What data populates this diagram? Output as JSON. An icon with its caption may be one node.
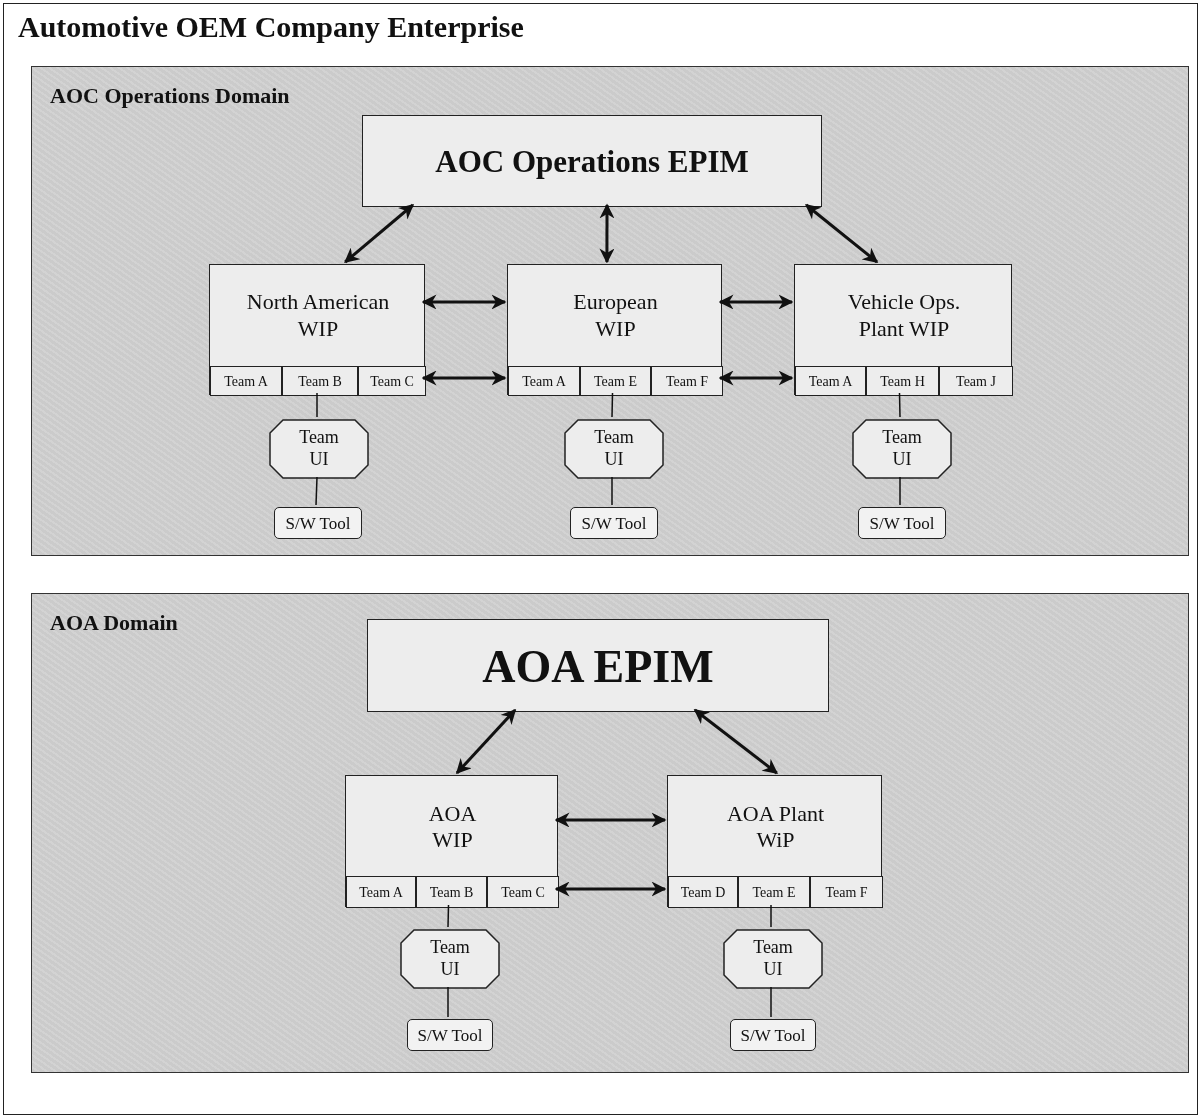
{
  "diagram": {
    "nodes": [
      {
        "text": [
          "Automotive OEM Company Enterprise"
        ]
      },
      {
        "text": [
          "AOC Operations Domain"
        ],
        "in": 0
      },
      {
        "text": [
          "AOC Operations EPIM"
        ],
        "in": 1
      },
      {
        "text": [
          "North American WIP"
        ],
        "in": 1
      },
      {
        "text": [
          "Team A"
        ],
        "in": 3
      },
      {
        "text": [
          "Team B"
        ],
        "in": 3
      },
      {
        "text": [
          "Team C"
        ],
        "in": 3
      },
      {
        "text": [
          "European WIP"
        ],
        "in": 1
      },
      {
        "text": [
          "Team A"
        ],
        "in": 7
      },
      {
        "text": [
          "Team E"
        ],
        "in": 7
      },
      {
        "text": [
          "Team F"
        ],
        "in": 7
      },
      {
        "text": [
          "Vehicle Ops. Plant WIP"
        ],
        "in": 1
      },
      {
        "text": [
          "Team A"
        ],
        "in": 11
      },
      {
        "text": [
          "Team H"
        ],
        "in": 11
      },
      {
        "text": [
          "Team J"
        ],
        "in": 11
      },
      {
        "text": [
          "Team UI"
        ],
        "in": 1
      },
      {
        "text": [
          "S/W Tool"
        ],
        "in": 1
      },
      {
        "text": [
          "Team UI"
        ],
        "in": 1
      },
      {
        "text": [
          "S/W Tool"
        ],
        "in": 1
      },
      {
        "text": [
          "Team UI"
        ],
        "in": 1
      },
      {
        "text": [
          "S/W Tool"
        ],
        "in": 1
      },
      {
        "text": [
          "AOA Domain"
        ],
        "in": 0
      },
      {
        "text": [
          "AOA EPIM"
        ],
        "in": 21
      },
      {
        "text": [
          "AOA WIP"
        ],
        "in": 21
      },
      {
        "text": [
          "Team A"
        ],
        "in": 23
      },
      {
        "text": [
          "Team B"
        ],
        "in": 23
      },
      {
        "text": [
          "Team C"
        ],
        "in": 23
      },
      {
        "text": [
          "AOA Plant WiP"
        ],
        "in": 21
      },
      {
        "text": [
          "Team D"
        ],
        "in": 27
      },
      {
        "text": [
          "Team E"
        ],
        "in": 27
      },
      {
        "text": [
          "Team F"
        ],
        "in": 27
      },
      {
        "text": [
          "Team UI"
        ],
        "in": 21
      },
      {
        "text": [
          "S/W Tool"
        ],
        "in": 21
      },
      {
        "text": [
          "Team UI"
        ],
        "in": 21
      },
      {
        "text": [
          "S/W Tool"
        ],
        "in": 21
      }
    ],
    "edges": [
      {
        "from": 2,
        "to": 3,
        "arrow": "both"
      },
      {
        "from": 2,
        "to": 7,
        "arrow": "both"
      },
      {
        "from": 2,
        "to": 11,
        "arrow": "both"
      },
      {
        "from": 3,
        "to": 7,
        "arrow": "both"
      },
      {
        "from": 7,
        "to": 11,
        "arrow": "both"
      },
      {
        "from": 6,
        "to": 8,
        "arrow": "both"
      },
      {
        "from": 10,
        "to": 12,
        "arrow": "both"
      },
      {
        "from": 5,
        "to": 15,
        "arrow": "none"
      },
      {
        "from": 15,
        "to": 16,
        "arrow": "none"
      },
      {
        "from": 9,
        "to": 17,
        "arrow": "none"
      },
      {
        "from": 17,
        "to": 18,
        "arrow": "none"
      },
      {
        "from": 13,
        "to": 19,
        "arrow": "none"
      },
      {
        "from": 19,
        "to": 20,
        "arrow": "none"
      },
      {
        "from": 22,
        "to": 23,
        "arrow": "both"
      },
      {
        "from": 22,
        "to": 27,
        "arrow": "both"
      },
      {
        "from": 23,
        "to": 27,
        "arrow": "both"
      },
      {
        "from": 26,
        "to": 28,
        "arrow": "both"
      },
      {
        "from": 25,
        "to": 31,
        "arrow": "none"
      },
      {
        "from": 31,
        "to": 32,
        "arrow": "none"
      },
      {
        "from": 29,
        "to": 33,
        "arrow": "none"
      },
      {
        "from": 33,
        "to": 34,
        "arrow": "none"
      }
    ]
  }
}
